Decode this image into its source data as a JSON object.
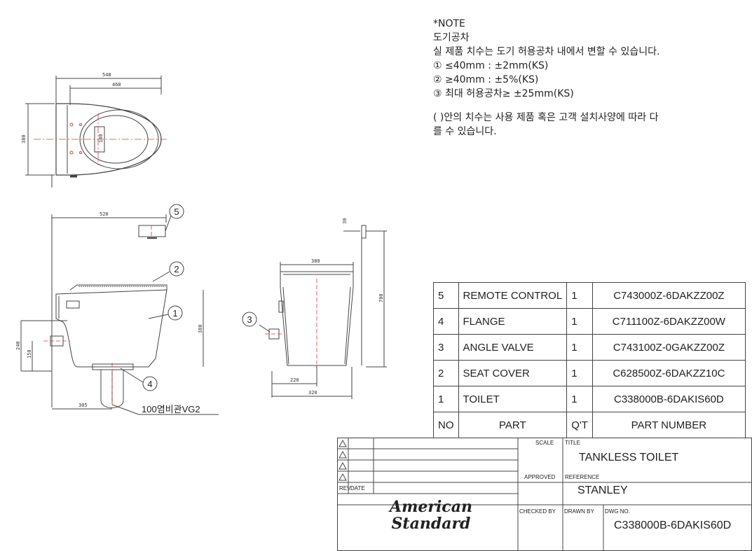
{
  "note": {
    "heading": "*NOTE",
    "subheading": "도기공차",
    "line1": "실 제품 치수는 도기 허용공차 내에서 변할 수 있습니다.",
    "line2": "① ≤40mm : ±2mm(KS)",
    "line3": "② ≥40mm : ±5%(KS)",
    "line4": "③ 최대 허용공차≥ ±25mm(KS)",
    "line5": "( )안의 치수는 사용 제품 혹은 고객 설치사양에 따라 다",
    "line6": "를 수 있습니다."
  },
  "dimensions": {
    "top_width_outer": "548",
    "top_width_inner": "468",
    "top_depth": "380",
    "top_hole": "140",
    "front_len": "520",
    "front_height": "380",
    "front_240": "240",
    "front_150": "150",
    "front_305": "305",
    "side_width": "380",
    "side_700": "700",
    "side_30": "30",
    "side_220": "220",
    "side_320": "320",
    "pipe_label": "100염비관VG2"
  },
  "callouts": [
    "1",
    "2",
    "3",
    "4",
    "5"
  ],
  "parts_table": {
    "rows": [
      {
        "no": "5",
        "part": "REMOTE CONTROL",
        "qty": "1",
        "number": "C743000Z-6DAKZZ00Z"
      },
      {
        "no": "4",
        "part": "FLANGE",
        "qty": "1",
        "number": "C711100Z-6DAKZZ00W"
      },
      {
        "no": "3",
        "part": "ANGLE VALVE",
        "qty": "1",
        "number": "C743100Z-0GAKZZ00Z"
      },
      {
        "no": "2",
        "part": "SEAT COVER",
        "qty": "1",
        "number": "C628500Z-6DAKZZ10C"
      },
      {
        "no": "1",
        "part": "TOILET",
        "qty": "1",
        "number": "C338000B-6DAKIS60D"
      }
    ],
    "header": {
      "no": "NO",
      "part": "PART",
      "qty": "Q'T",
      "number": "PART NUMBER"
    }
  },
  "title_block": {
    "scale_label": "SCALE",
    "title_label": "TITLE",
    "title": "TANKLESS TOILET",
    "approved_label": "APPROVED",
    "reference_label": "REFERENCE",
    "reference": "STANLEY",
    "rev_label": "REV",
    "date_label": "DATE",
    "checked_label": "CHECKED BY",
    "drawn_label": "DRAWN BY",
    "dwg_label": "DWG NO.",
    "dwg_no": "C338000B-6DAKIS60D",
    "logo_line1": "American",
    "logo_line2": "Standard"
  }
}
